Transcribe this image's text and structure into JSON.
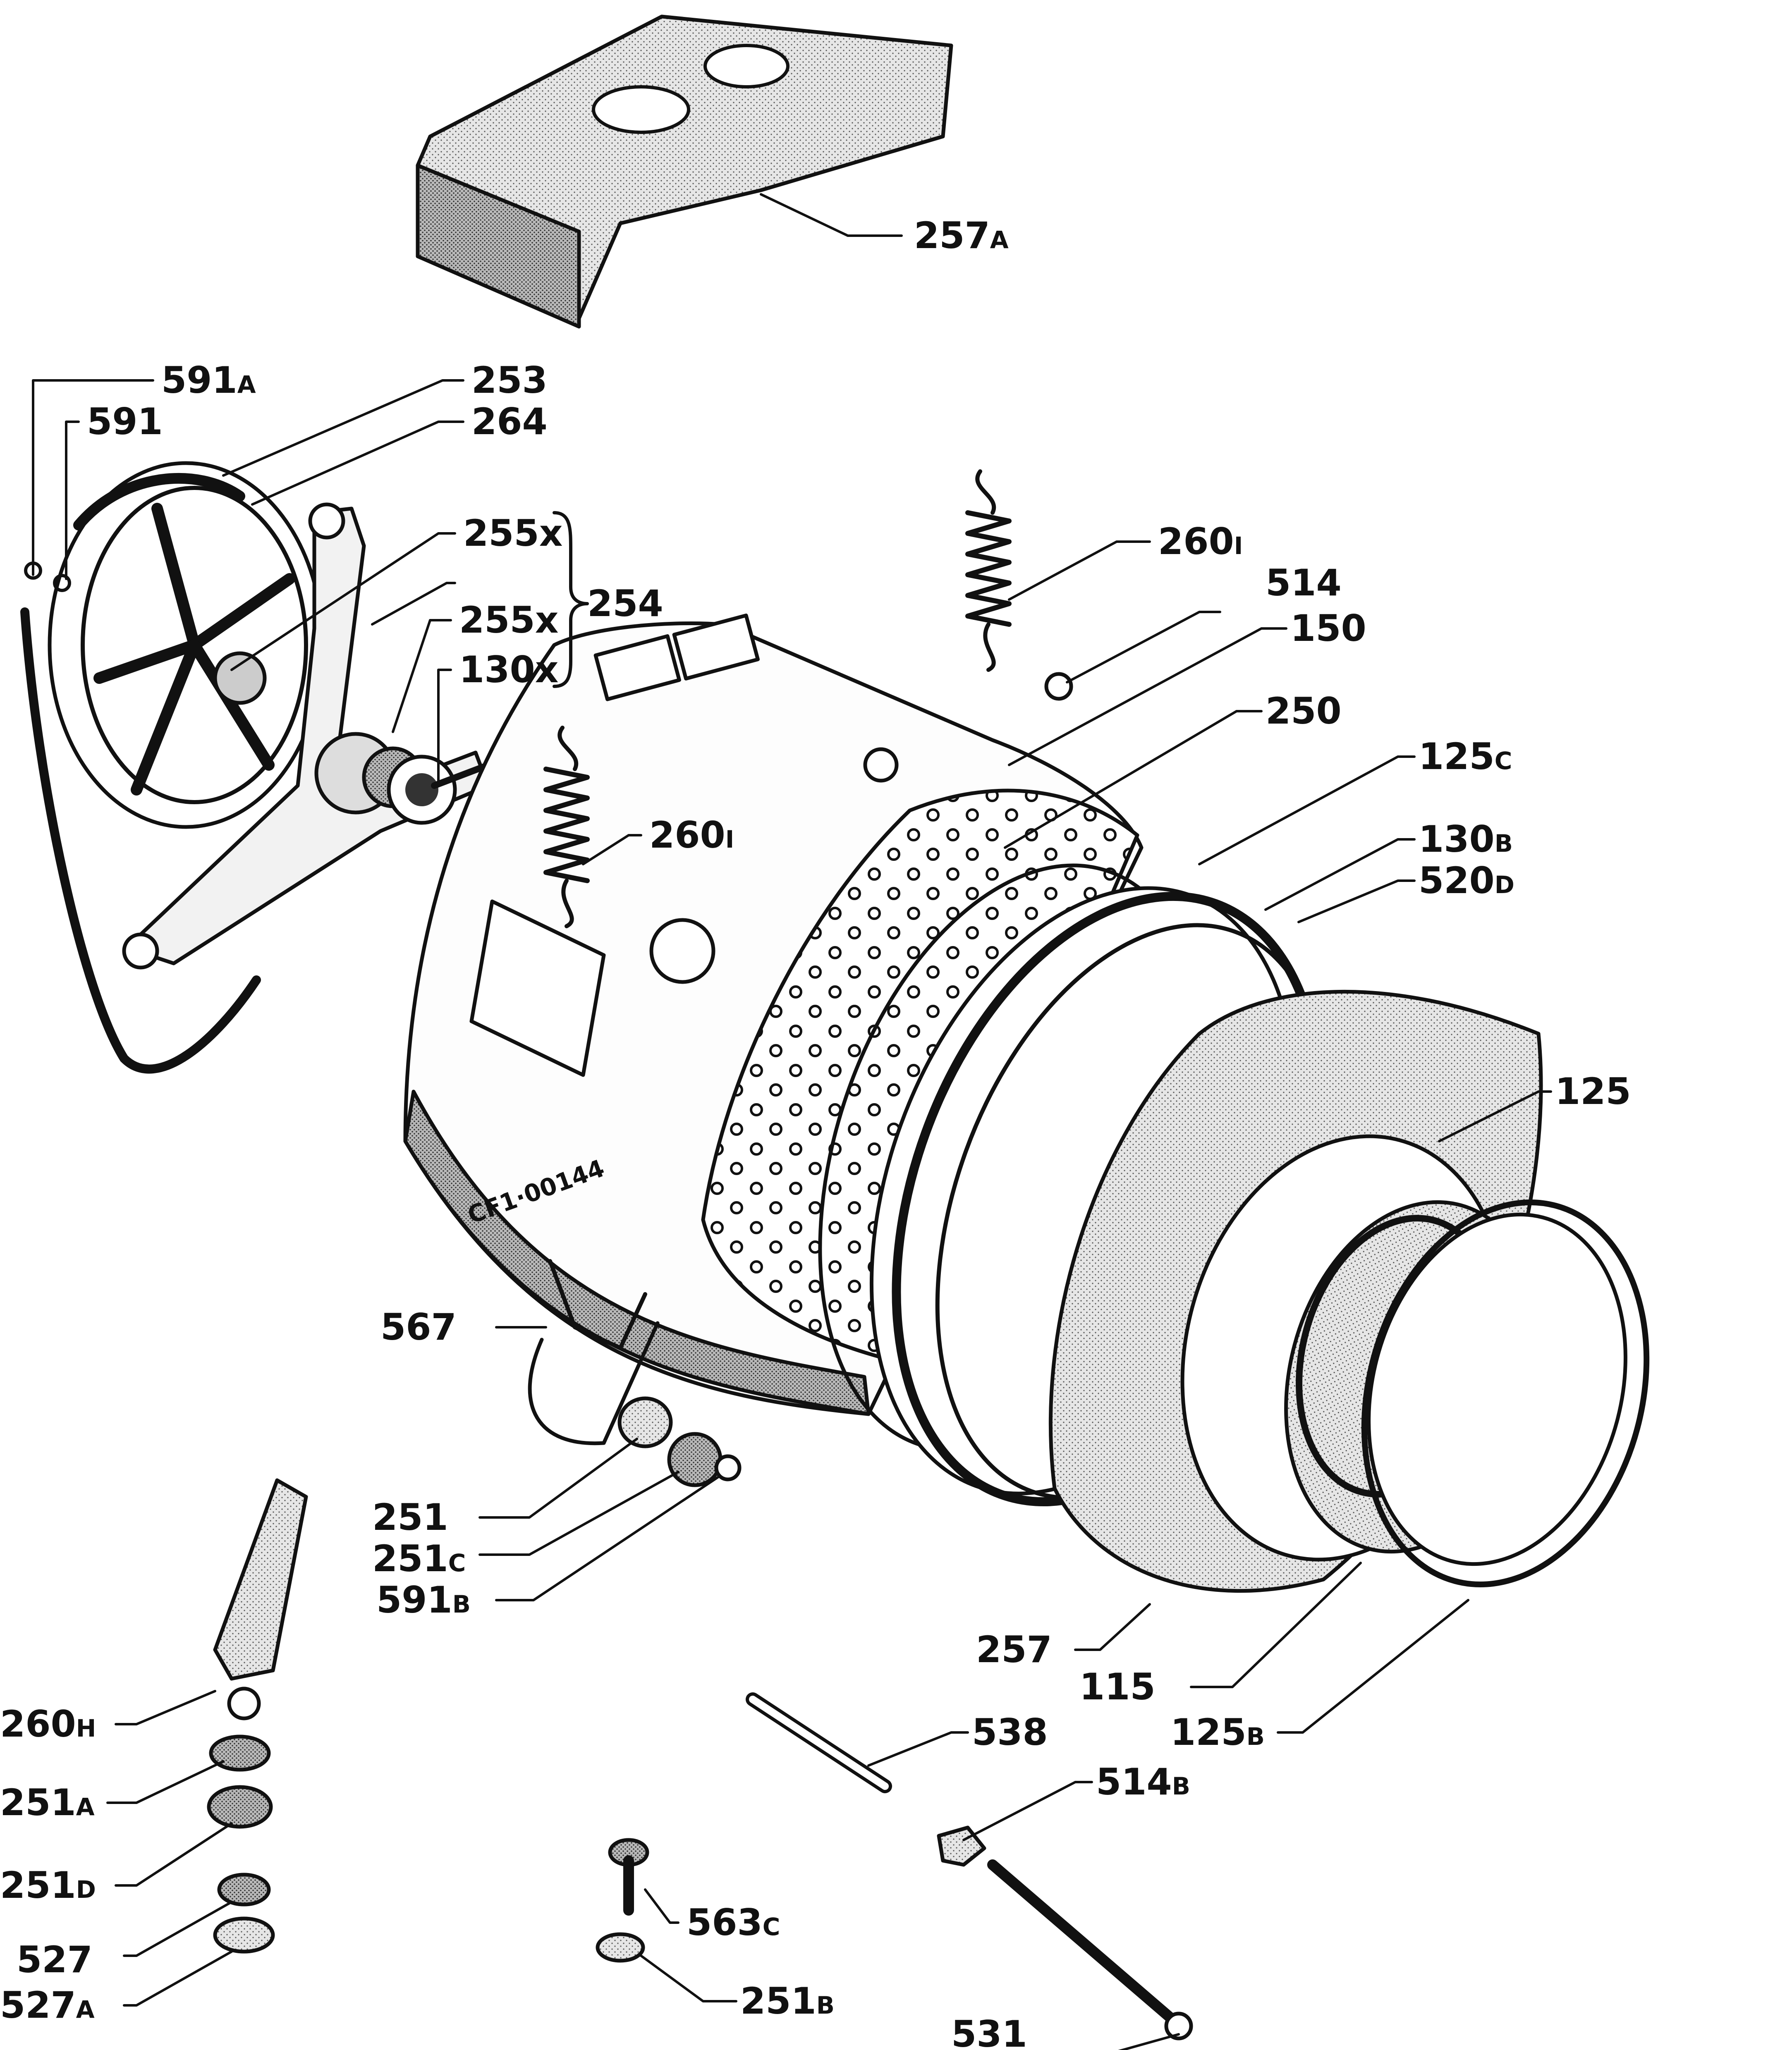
{
  "drawing_code": "CF1·00144",
  "labels": {
    "l257A": {
      "num": "257",
      "suffix": "A"
    },
    "l591A": {
      "num": "591",
      "suffix": "A"
    },
    "l253": {
      "num": "253",
      "suffix": ""
    },
    "l591": {
      "num": "591",
      "suffix": ""
    },
    "l264": {
      "num": "264",
      "suffix": ""
    },
    "l255x_1": {
      "num": "255x",
      "suffix": ""
    },
    "l254": {
      "num": "254",
      "suffix": ""
    },
    "l255x_2": {
      "num": "255x",
      "suffix": ""
    },
    "l130x": {
      "num": "130x",
      "suffix": ""
    },
    "l260I_top": {
      "num": "260",
      "suffix": "I"
    },
    "l514": {
      "num": "514",
      "suffix": ""
    },
    "l150": {
      "num": "150",
      "suffix": ""
    },
    "l250": {
      "num": "250",
      "suffix": ""
    },
    "l260I_mid": {
      "num": "260",
      "suffix": "I"
    },
    "l125C": {
      "num": "125",
      "suffix": "C"
    },
    "l130B": {
      "num": "130",
      "suffix": "B"
    },
    "l520D": {
      "num": "520",
      "suffix": "D"
    },
    "l125": {
      "num": "125",
      "suffix": ""
    },
    "l567": {
      "num": "567",
      "suffix": ""
    },
    "l251": {
      "num": "251",
      "suffix": ""
    },
    "l251C": {
      "num": "251",
      "suffix": "C"
    },
    "l591B": {
      "num": "591",
      "suffix": "B"
    },
    "l257": {
      "num": "257",
      "suffix": ""
    },
    "l115": {
      "num": "115",
      "suffix": ""
    },
    "l125B": {
      "num": "125",
      "suffix": "B"
    },
    "l260H": {
      "num": "260",
      "suffix": "H"
    },
    "l538": {
      "num": "538",
      "suffix": ""
    },
    "l514B": {
      "num": "514",
      "suffix": "B"
    },
    "l251A": {
      "num": "251",
      "suffix": "A"
    },
    "l251D": {
      "num": "251",
      "suffix": "D"
    },
    "l563C": {
      "num": "563",
      "suffix": "C"
    },
    "l527": {
      "num": "527",
      "suffix": ""
    },
    "l527A": {
      "num": "527",
      "suffix": "A"
    },
    "l251B": {
      "num": "251",
      "suffix": "B"
    },
    "l531": {
      "num": "531",
      "suffix": ""
    }
  }
}
